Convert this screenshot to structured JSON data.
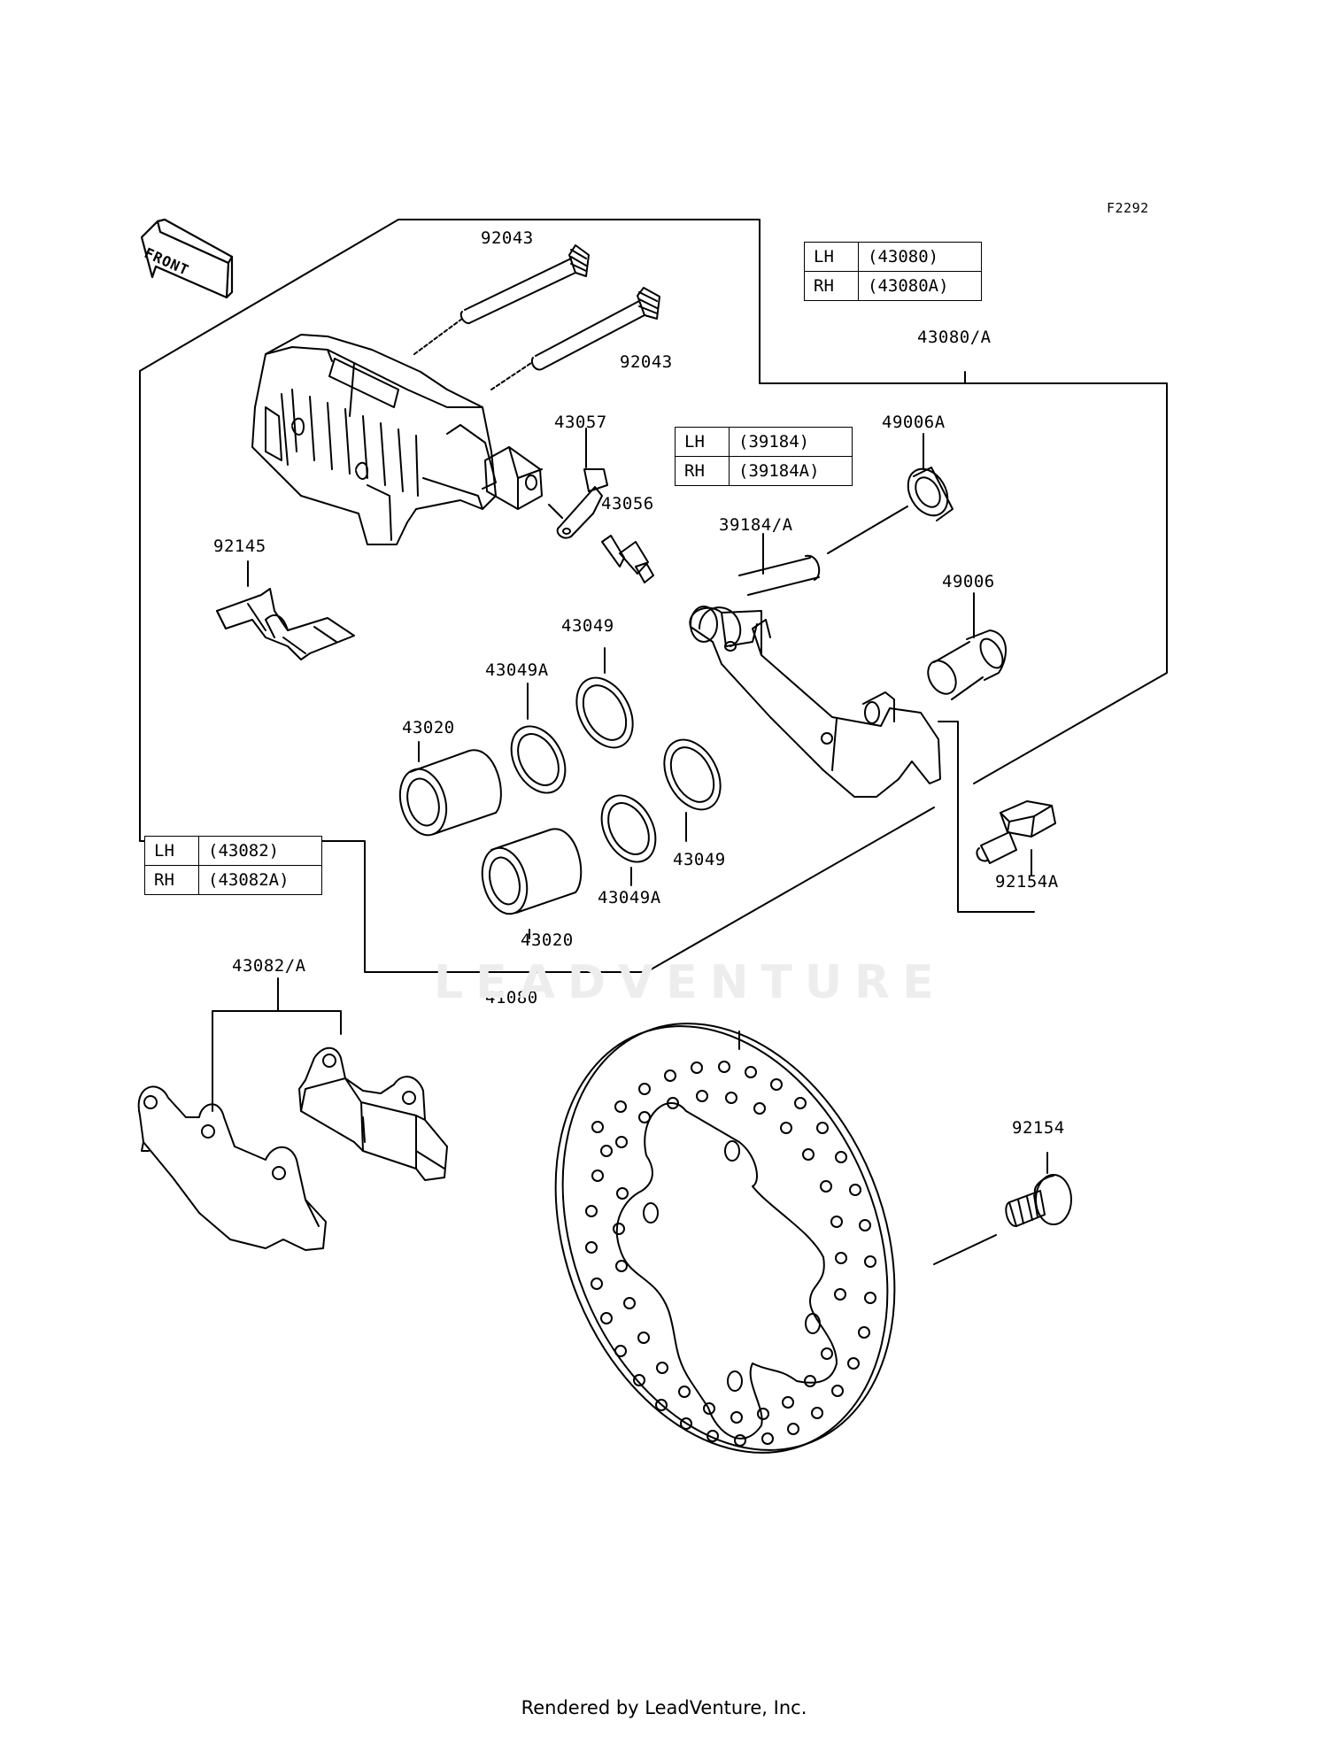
{
  "figure_ref": "F2292",
  "front_label": "FRONT",
  "watermark": "LEADVENTURE",
  "footer": "Rendered by LeadVenture, Inc.",
  "tables": {
    "caliper": {
      "rows": [
        {
          "side": "LH",
          "code": "(43080)"
        },
        {
          "side": "RH",
          "code": "(43080A)"
        }
      ]
    },
    "bracket": {
      "rows": [
        {
          "side": "LH",
          "code": "(39184)"
        },
        {
          "side": "RH",
          "code": "(39184A)"
        }
      ]
    },
    "pads": {
      "rows": [
        {
          "side": "LH",
          "code": "(43082)"
        },
        {
          "side": "RH",
          "code": "(43082A)"
        }
      ]
    }
  },
  "callouts": {
    "pin_top": "92043",
    "pin_bottom": "92043",
    "caliper_assy": "43080/A",
    "bleeder_cap": "43057",
    "bleeder_valve": "43056",
    "boot_a": "49006A",
    "bracket": "39184/A",
    "boot": "49006",
    "spring": "92145",
    "seal_upper": "43049",
    "seal_a_upper": "43049A",
    "piston_upper": "43020",
    "seal_lower": "43049",
    "seal_a_lower": "43049A",
    "piston_lower": "43020",
    "bolt_a": "92154A",
    "pad_set": "43082/A",
    "disc": "41080",
    "bolt": "92154"
  }
}
